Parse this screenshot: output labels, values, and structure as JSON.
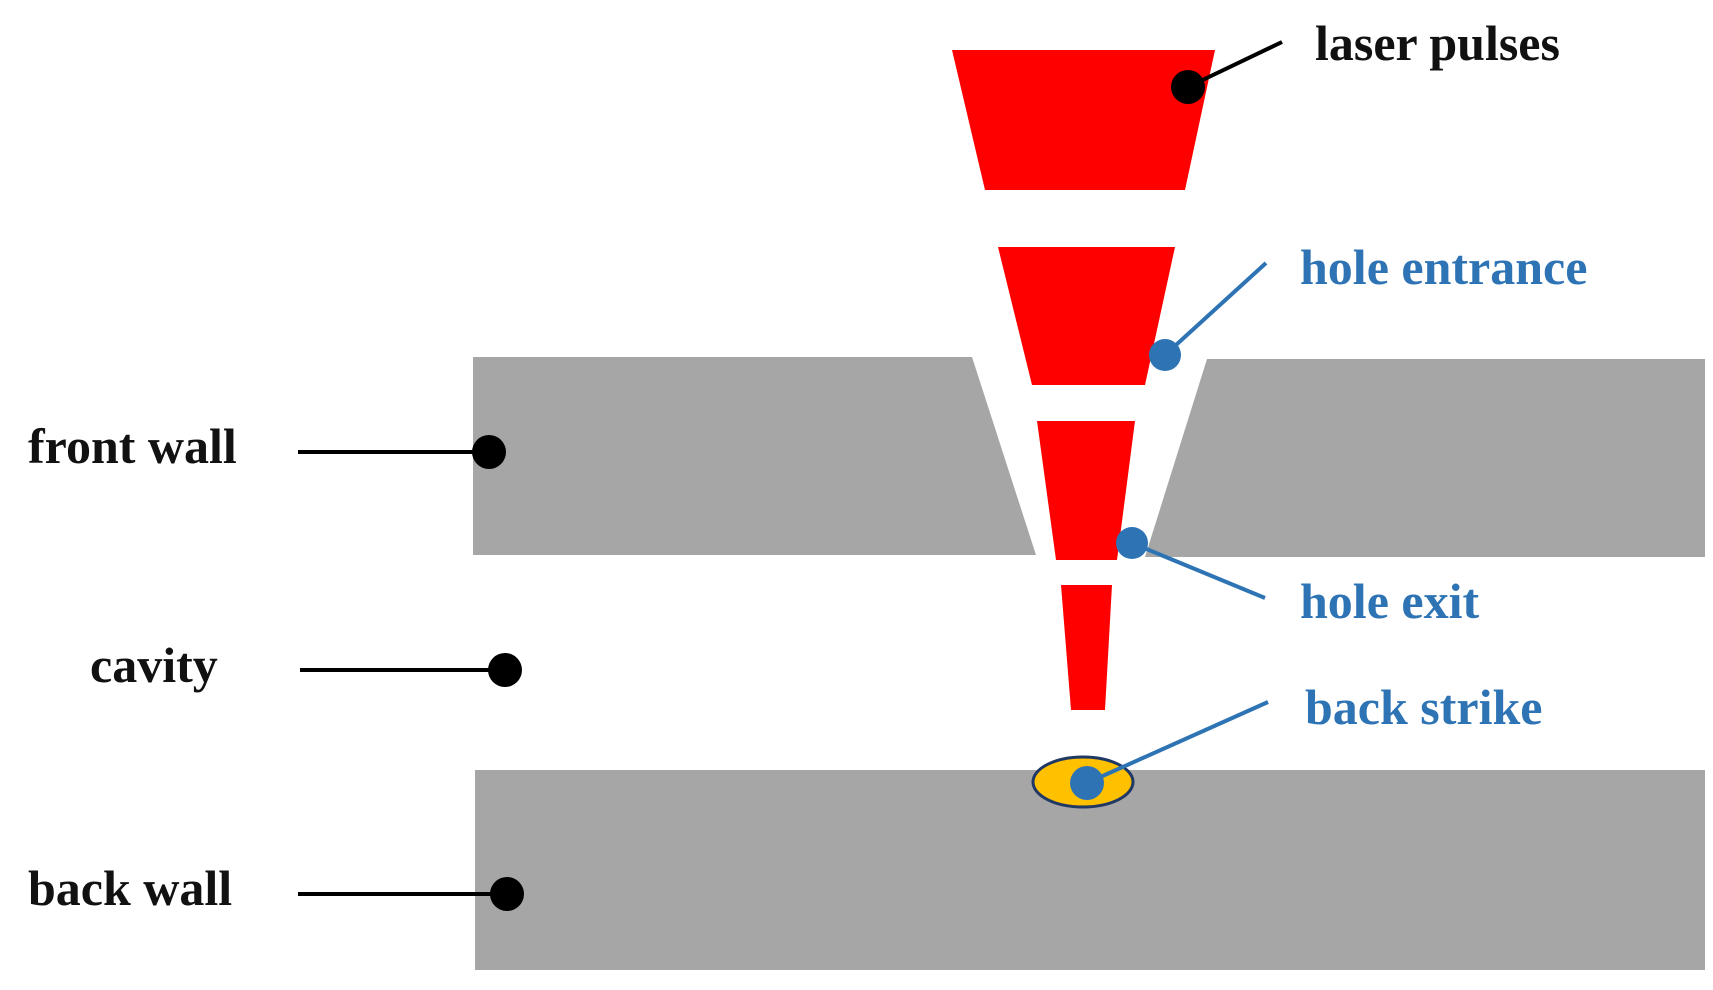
{
  "labels": {
    "laser_pulses": "laser pulses",
    "hole_entrance": "hole entrance",
    "hole_exit": "hole exit",
    "back_strike": "back strike",
    "front_wall": "front wall",
    "cavity": "cavity",
    "back_wall": "back wall"
  },
  "colors": {
    "wall": "#a6a6a6",
    "laser": "#ff0000",
    "back_strike_fill": "#ffc000",
    "back_strike_outline": "#1f3864",
    "annotation_blue": "#2e74b5",
    "annotation_black": "#000000"
  }
}
